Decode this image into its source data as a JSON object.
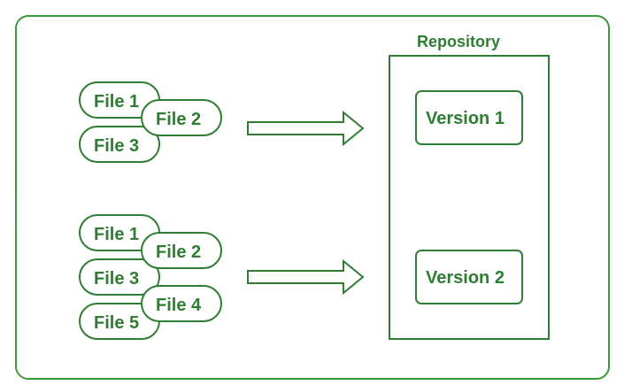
{
  "group_1": {
    "files": [
      "File 1",
      "File 2",
      "File 3"
    ]
  },
  "group_2": {
    "files": [
      "File 1",
      "File 2",
      "File 3",
      "File 4",
      "File 5"
    ]
  },
  "repository": {
    "title": "Repository",
    "versions": [
      "Version 1",
      "Version 2"
    ]
  },
  "colors": {
    "stroke": "#2e7d32",
    "frame": "#3a9a3a"
  }
}
